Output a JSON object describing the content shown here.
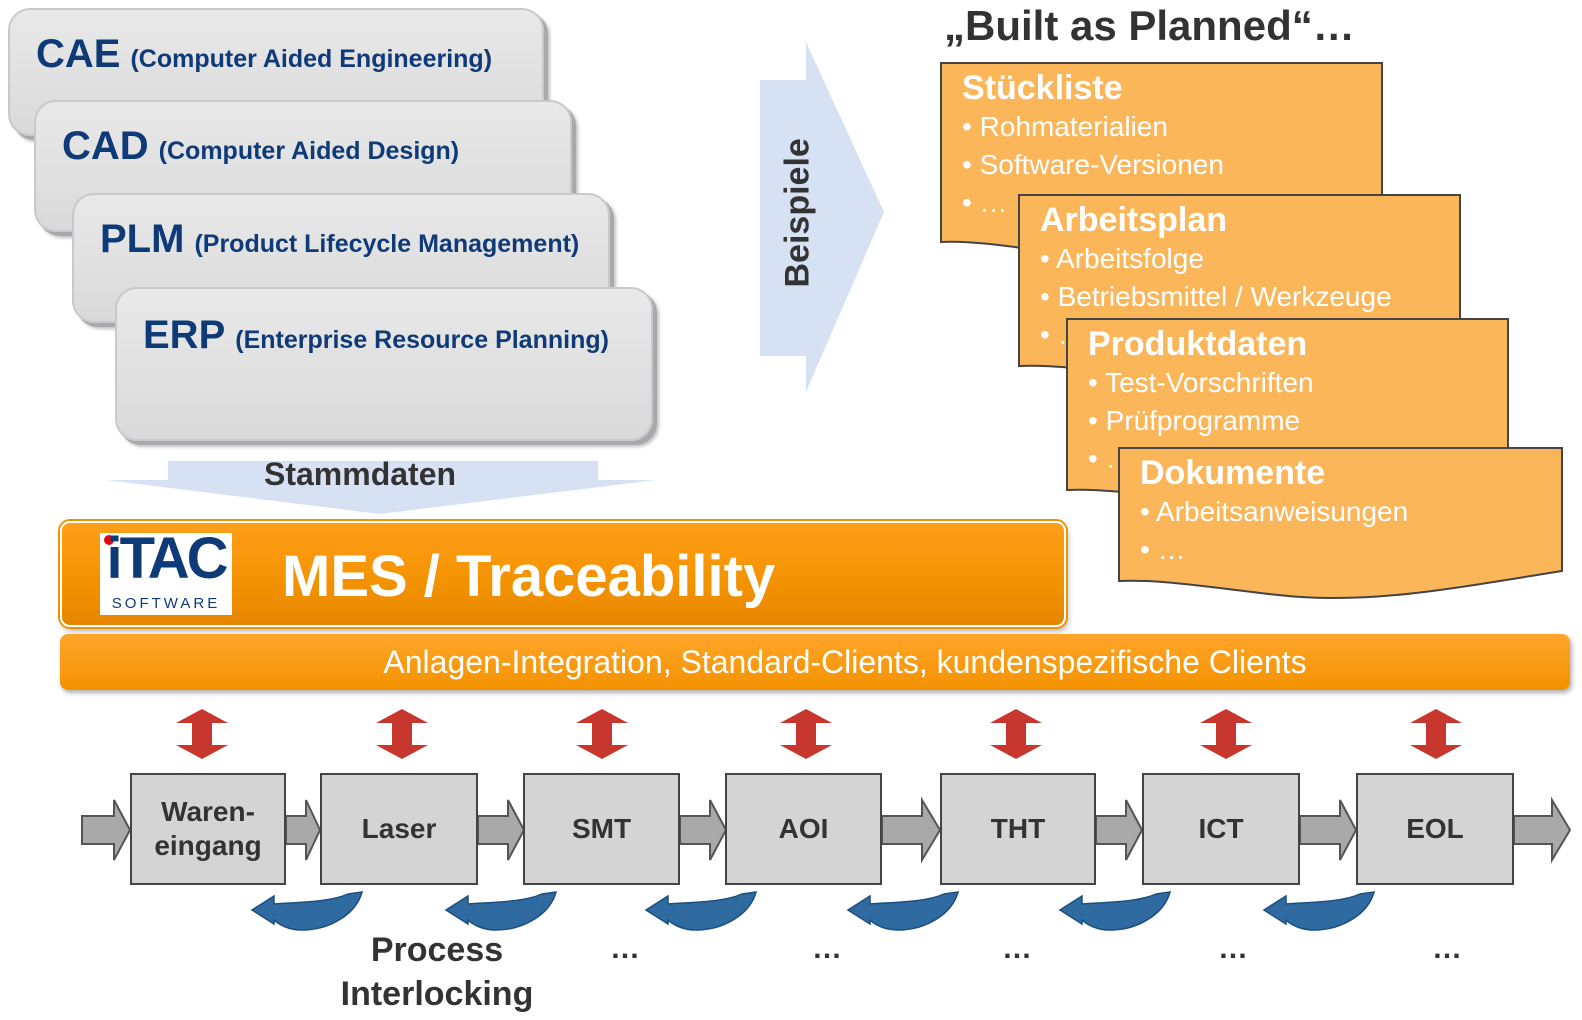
{
  "systems": [
    {
      "abbr": "CAE",
      "full": "(Computer Aided Engineering)"
    },
    {
      "abbr": "CAD",
      "full": "(Computer Aided Design)"
    },
    {
      "abbr": "PLM",
      "full": "(Product Lifecycle Management)"
    },
    {
      "abbr": "ERP",
      "full": "(Enterprise Resource Planning)"
    }
  ],
  "stammdaten_label": "Stammdaten",
  "beispiele_label": "Beispiele",
  "built_title": "„Built as Planned“…",
  "docs": [
    {
      "title": "Stückliste",
      "items": [
        "• Rohmaterialien",
        "• Software-Versionen",
        "• …"
      ]
    },
    {
      "title": "Arbeitsplan",
      "items": [
        "• Arbeitsfolge",
        "• Betriebsmittel / Werkzeuge",
        "• …"
      ]
    },
    {
      "title": "Produktdaten",
      "items": [
        "• Test-Vorschriften",
        "• Prüfprogramme",
        "• …"
      ]
    },
    {
      "title": "Dokumente",
      "items": [
        "• Arbeitsanweisungen",
        "• …"
      ]
    }
  ],
  "logo": {
    "text": "iTAC",
    "sub": "SOFTWARE"
  },
  "mes_title": "MES / Traceability",
  "integration_text": "Anlagen-Integration, Standard-Clients, kundenspezifische Clients",
  "stations": [
    "Waren-\neingang",
    "Laser",
    "SMT",
    "AOI",
    "THT",
    "ICT",
    "EOL"
  ],
  "interlocking_label": "Process\nInterlocking",
  "ellipsis": "…",
  "colors": {
    "orange": "#f39200",
    "doc_orange": "#fbb65a",
    "navy": "#0f3a78",
    "red_arrow": "#c8372d",
    "blue_loop": "#2f6aa1",
    "light_blue": "#d6e2f3",
    "gray_box": "#d4d4d4"
  }
}
